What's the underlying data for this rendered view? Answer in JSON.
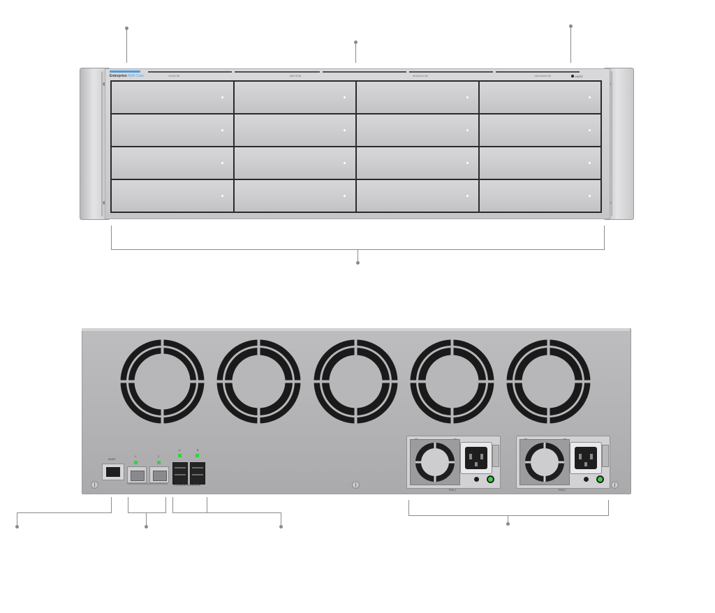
{
  "front_panel": {
    "brand_prefix": "Enterprise",
    "brand_model": "NVR Core",
    "column_labels": [
      "1/2/3/4 S8",
      "5/6/7/8 S8",
      "9/10/11/12 S8",
      "13/14/15/16 S8"
    ],
    "status_label": "HOST",
    "drive_bays": 16
  },
  "rear_panel": {
    "mgmt_label": "MGMT",
    "sfp_labels": [
      "1",
      "2"
    ],
    "storage_port_labels": [
      "A",
      "B"
    ],
    "storage_caption": "STORAGE EXPANSION",
    "psu_labels": [
      "PSU 1",
      "PSU 2"
    ],
    "fan_count": 5
  },
  "colors": {
    "led_green": "#36cf44",
    "brand_accent": "#4b9be0",
    "leader_line": "#8a8a8a"
  }
}
